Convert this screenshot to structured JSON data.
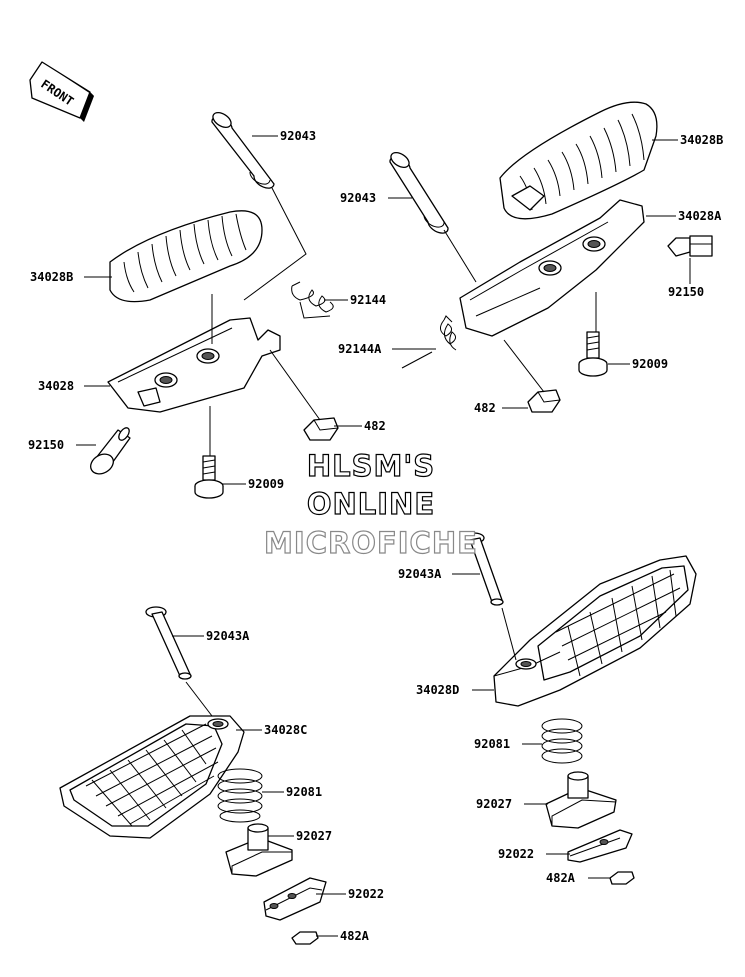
{
  "front_arrow": {
    "label": "FRONT"
  },
  "watermark": {
    "line1": "HLSM'S",
    "line2": "ONLINE",
    "line3": "MICROFICHE"
  },
  "labels": {
    "ul_92043": "92043",
    "ul_34028B": "34028B",
    "ul_92144": "92144",
    "ul_34028": "34028",
    "ul_482": "482",
    "ul_92150": "92150",
    "ul_92009": "92009",
    "ur_34028B": "34028B",
    "ur_92043": "92043",
    "ur_34028A": "34028A",
    "ur_92150": "92150",
    "ur_92144A": "92144A",
    "ur_92009": "92009",
    "ur_482": "482",
    "ll_92043A": "92043A",
    "ll_34028C": "34028C",
    "ll_92081": "92081",
    "ll_92027": "92027",
    "ll_92022": "92022",
    "ll_482A": "482A",
    "lr_92043A": "92043A",
    "lr_34028D": "34028D",
    "lr_92081": "92081",
    "lr_92027": "92027",
    "lr_92022": "92022",
    "lr_482A": "482A"
  }
}
